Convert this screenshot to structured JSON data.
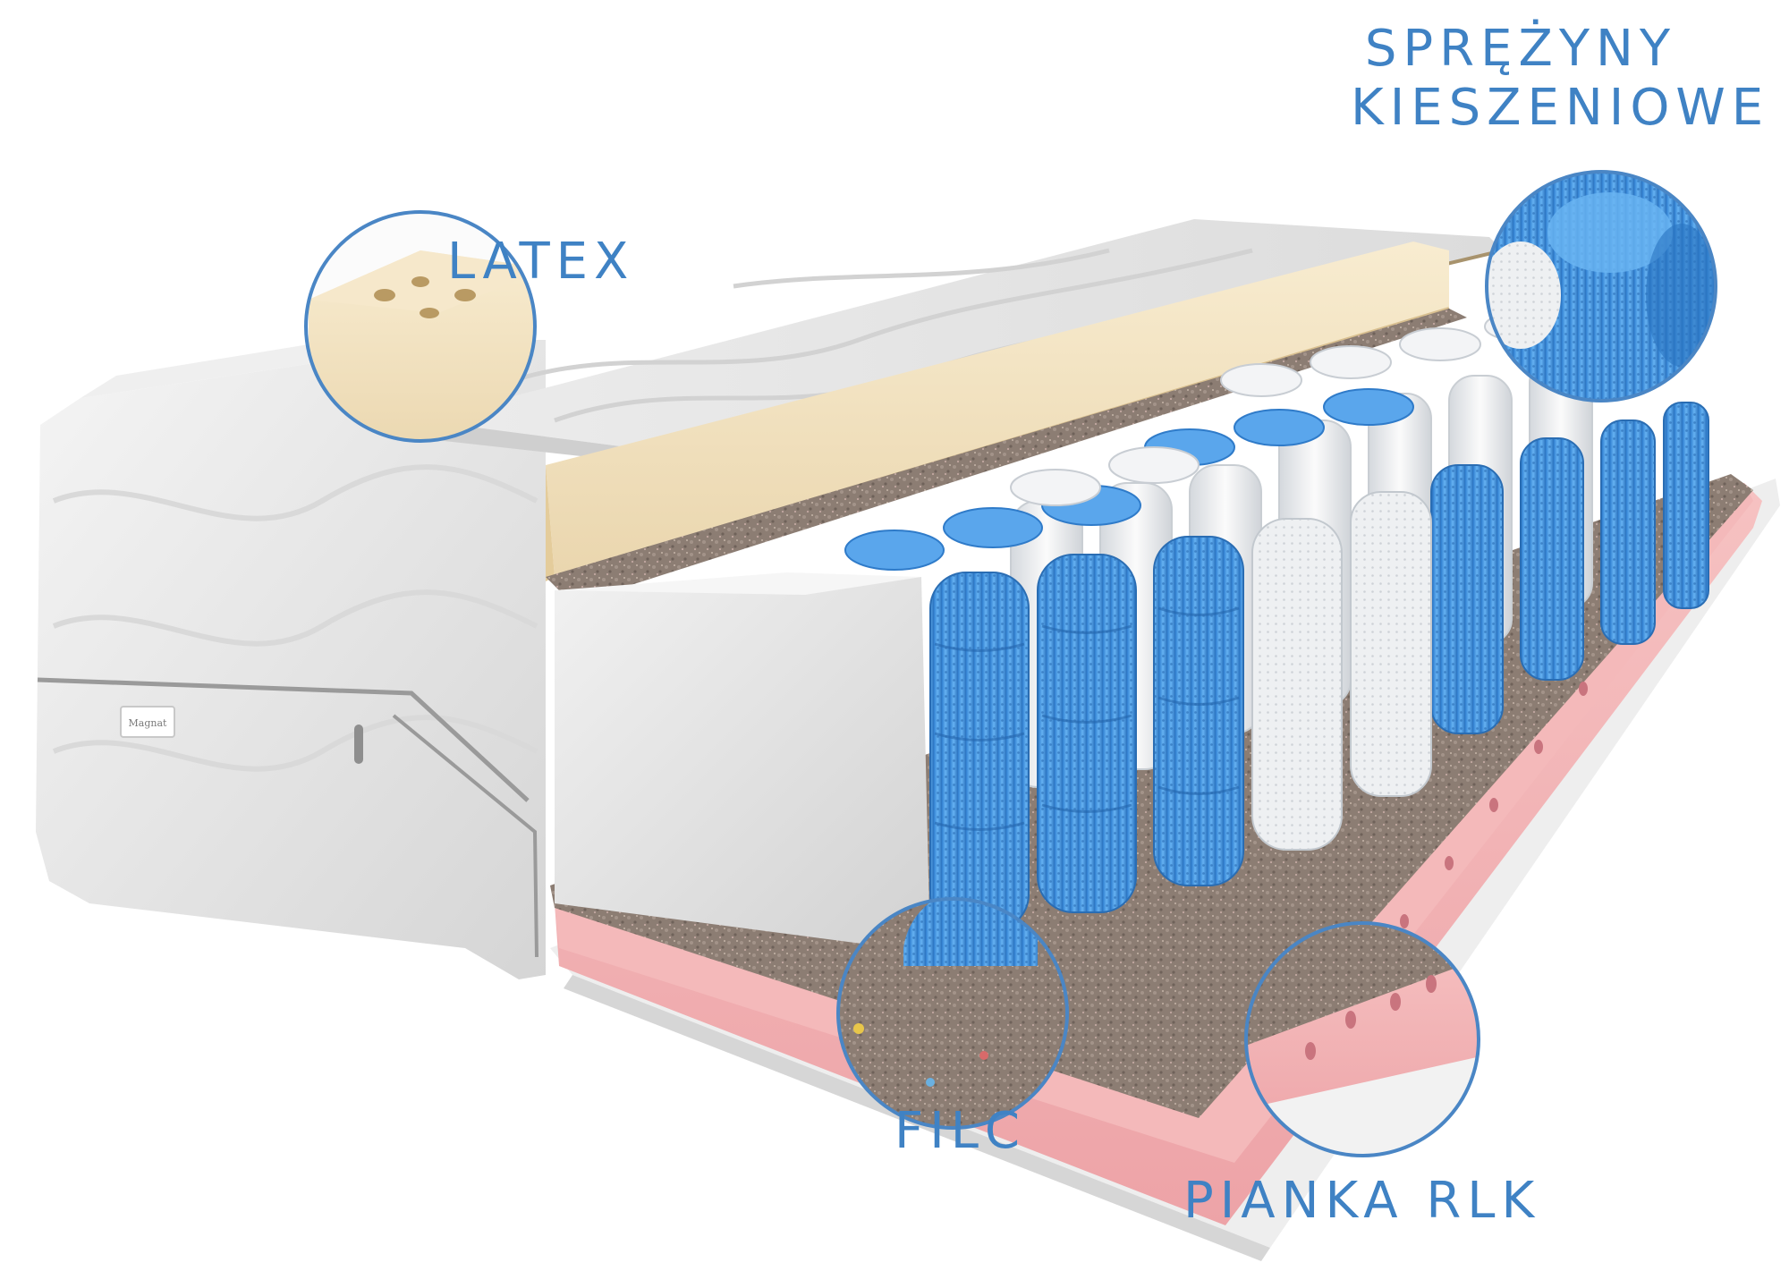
{
  "labels": {
    "latex": "LATEX",
    "springs_line1": "SPRĘŻYNY",
    "springs_line2": "KIESZENIOWE",
    "felt": "FILC",
    "foam": "PIANKA RLK"
  },
  "brand_tag": "Magnat",
  "colors": {
    "label_text": "#3f82c4",
    "callout_ring": "#4a86c5",
    "springs_blue": "#4a9be3",
    "springs_white": "#f1f3f5",
    "latex_cream": "#f2e2bf",
    "felt_brown": "#8a7a70",
    "foam_pink": "#f2b3b3",
    "cover_gray": "#e3e3e3"
  }
}
